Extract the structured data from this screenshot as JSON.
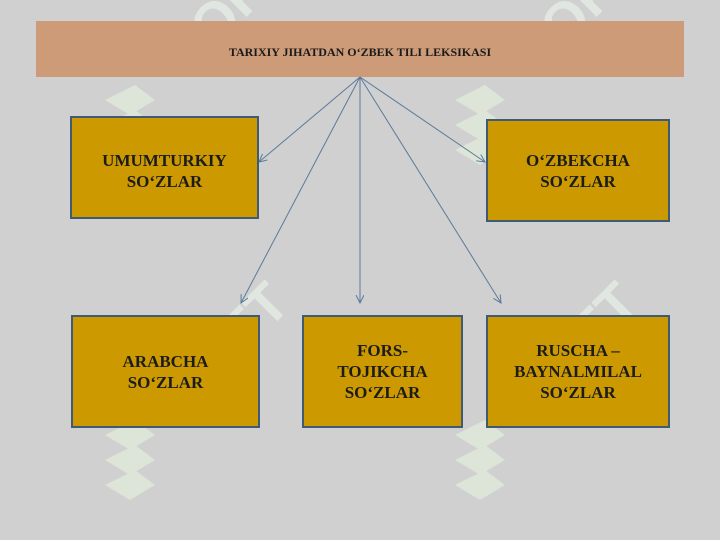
{
  "title": "TARIXIY JIHATDAN O‘ZBEK TILI LEKSIKASI",
  "boxes": {
    "umumturkiy": "UMUMTURKIY\nSO‘ZLAR",
    "ozbekcha": "O‘ZBEKCHA\nSO‘ZLAR",
    "arabcha": "ARABCHA\nSO‘ZLAR",
    "fors_tojikcha": "FORS-\nTOJIKCHA\nSO‘ZLAR",
    "ruscha": "RUSCHA –\nBAYNALMILAL\nSO‘ZLAR"
  },
  "watermark": "SOFT",
  "colors": {
    "background": "#d0d0d0",
    "title_bar": "#cd9b77",
    "box_fill": "#cc9900",
    "box_border": "#3f5a73",
    "arrow": "#5a7a9a"
  }
}
